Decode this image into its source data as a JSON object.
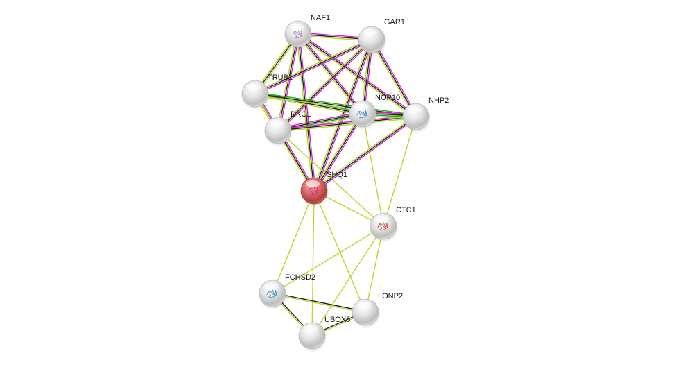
{
  "title": "Protein interaction network",
  "edge_colors": {
    "database": "#222222",
    "experiment": "#d020d0",
    "textmining": "#b8d82a",
    "coexpression": "#333333",
    "neighborhood": "#22aa22"
  },
  "nodes": [
    {
      "id": "NAF1",
      "label": "NAF1",
      "color": "#e8e8e8",
      "structure": "purple"
    },
    {
      "id": "GAR1",
      "label": "GAR1",
      "color": "#e8e8e8",
      "structure": ""
    },
    {
      "id": "TRUB1",
      "label": "TRUB1",
      "color": "#e8e8e8",
      "structure": ""
    },
    {
      "id": "NOP10",
      "label": "NOP10",
      "color": "#e8e8e8",
      "structure": "blue"
    },
    {
      "id": "NHP2",
      "label": "NHP2",
      "color": "#e8e8e8",
      "structure": ""
    },
    {
      "id": "DKC1",
      "label": "DKC1",
      "color": "#e8e8e8",
      "structure": ""
    },
    {
      "id": "SHQ1",
      "label": "SHQ1",
      "color": "#d05a5a",
      "structure": "magenta",
      "query": true
    },
    {
      "id": "CTC1",
      "label": "CTC1",
      "color": "#e8e8e8",
      "structure": "red"
    },
    {
      "id": "FCHSD2",
      "label": "FCHSD2",
      "color": "#e8e8e8",
      "structure": "blue"
    },
    {
      "id": "LONP2",
      "label": "LONP2",
      "color": "#e8e8e8",
      "structure": ""
    },
    {
      "id": "UBOX5",
      "label": "UBOX5",
      "color": "#e8e8e8",
      "structure": ""
    }
  ],
  "edges": [
    {
      "a": "NAF1",
      "b": "GAR1",
      "types": [
        "experiment",
        "database",
        "textmining"
      ]
    },
    {
      "a": "NAF1",
      "b": "TRUB1",
      "types": [
        "textmining",
        "database",
        "textmining"
      ]
    },
    {
      "a": "NAF1",
      "b": "DKC1",
      "types": [
        "experiment",
        "database",
        "textmining"
      ]
    },
    {
      "a": "NAF1",
      "b": "NOP10",
      "types": [
        "experiment",
        "database",
        "textmining"
      ]
    },
    {
      "a": "NAF1",
      "b": "NHP2",
      "types": [
        "experiment",
        "database",
        "textmining"
      ]
    },
    {
      "a": "NAF1",
      "b": "SHQ1",
      "types": [
        "experiment",
        "database",
        "textmining"
      ]
    },
    {
      "a": "GAR1",
      "b": "TRUB1",
      "types": [
        "experiment",
        "database",
        "textmining"
      ]
    },
    {
      "a": "GAR1",
      "b": "DKC1",
      "types": [
        "experiment",
        "database",
        "textmining"
      ]
    },
    {
      "a": "GAR1",
      "b": "NOP10",
      "types": [
        "experiment",
        "database",
        "textmining"
      ]
    },
    {
      "a": "GAR1",
      "b": "NHP2",
      "types": [
        "experiment",
        "database",
        "textmining"
      ]
    },
    {
      "a": "GAR1",
      "b": "SHQ1",
      "types": [
        "experiment",
        "database",
        "textmining"
      ]
    },
    {
      "a": "TRUB1",
      "b": "DKC1",
      "types": [
        "experiment",
        "database",
        "textmining"
      ]
    },
    {
      "a": "TRUB1",
      "b": "NOP10",
      "types": [
        "neighborhood",
        "database",
        "textmining"
      ]
    },
    {
      "a": "TRUB1",
      "b": "NHP2",
      "types": [
        "neighborhood",
        "database",
        "textmining"
      ]
    },
    {
      "a": "TRUB1",
      "b": "SHQ1",
      "types": [
        "textmining"
      ]
    },
    {
      "a": "DKC1",
      "b": "NOP10",
      "types": [
        "experiment",
        "database",
        "neighborhood",
        "textmining"
      ]
    },
    {
      "a": "DKC1",
      "b": "NHP2",
      "types": [
        "experiment",
        "database",
        "textmining"
      ]
    },
    {
      "a": "DKC1",
      "b": "SHQ1",
      "types": [
        "experiment",
        "database",
        "textmining"
      ]
    },
    {
      "a": "DKC1",
      "b": "CTC1",
      "types": [
        "textmining"
      ]
    },
    {
      "a": "NOP10",
      "b": "NHP2",
      "types": [
        "experiment",
        "database",
        "neighborhood",
        "textmining"
      ]
    },
    {
      "a": "NOP10",
      "b": "SHQ1",
      "types": [
        "experiment",
        "database",
        "textmining"
      ]
    },
    {
      "a": "NOP10",
      "b": "CTC1",
      "types": [
        "textmining"
      ]
    },
    {
      "a": "NHP2",
      "b": "SHQ1",
      "types": [
        "experiment",
        "database",
        "textmining"
      ]
    },
    {
      "a": "NHP2",
      "b": "CTC1",
      "types": [
        "textmining"
      ]
    },
    {
      "a": "SHQ1",
      "b": "CTC1",
      "types": [
        "textmining"
      ]
    },
    {
      "a": "SHQ1",
      "b": "FCHSD2",
      "types": [
        "textmining"
      ]
    },
    {
      "a": "SHQ1",
      "b": "UBOX5",
      "types": [
        "textmining"
      ]
    },
    {
      "a": "SHQ1",
      "b": "LONP2",
      "types": [
        "textmining"
      ]
    },
    {
      "a": "CTC1",
      "b": "FCHSD2",
      "types": [
        "textmining"
      ]
    },
    {
      "a": "CTC1",
      "b": "UBOX5",
      "types": [
        "textmining"
      ]
    },
    {
      "a": "CTC1",
      "b": "LONP2",
      "types": [
        "textmining"
      ]
    },
    {
      "a": "FCHSD2",
      "b": "LONP2",
      "types": [
        "database",
        "textmining"
      ]
    },
    {
      "a": "FCHSD2",
      "b": "UBOX5",
      "types": [
        "database",
        "textmining"
      ]
    },
    {
      "a": "UBOX5",
      "b": "LONP2",
      "types": [
        "database",
        "textmining"
      ]
    }
  ]
}
